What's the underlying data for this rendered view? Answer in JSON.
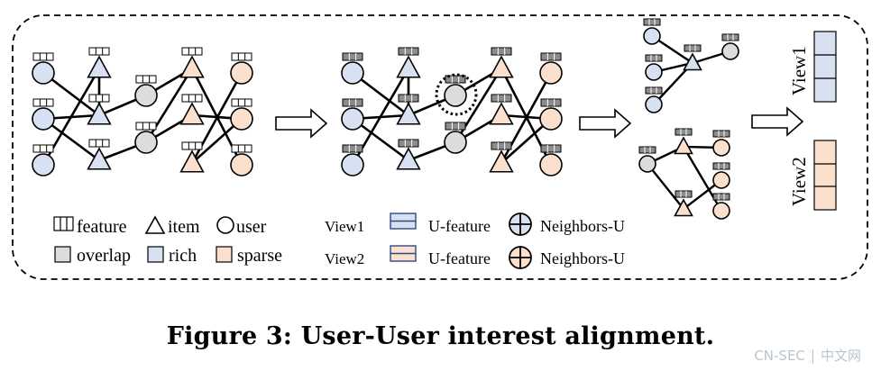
{
  "caption": "Figure 3: User-User interest alignment.",
  "legend": {
    "feature": "feature",
    "item": "item",
    "user": "user",
    "overlap": "overlap",
    "rich": "rich",
    "sparse": "sparse",
    "view1": "View1",
    "view2": "View2",
    "u_feature_1": "U-feature",
    "u_feature_2": "U-feature",
    "neighbors_1": "Neighbors-U",
    "neighbors_2": "Neighbors-U"
  },
  "views": {
    "view1": "View1",
    "view2": "View2"
  },
  "watermark": {
    "left": "CN-SEC",
    "sep": "|",
    "right": "中文网"
  },
  "colors": {
    "rich": "#d7e1f2",
    "sparse": "#fbe0cd",
    "overlap": "#dcdcdc",
    "feature_dark": "#8c8c8c"
  }
}
